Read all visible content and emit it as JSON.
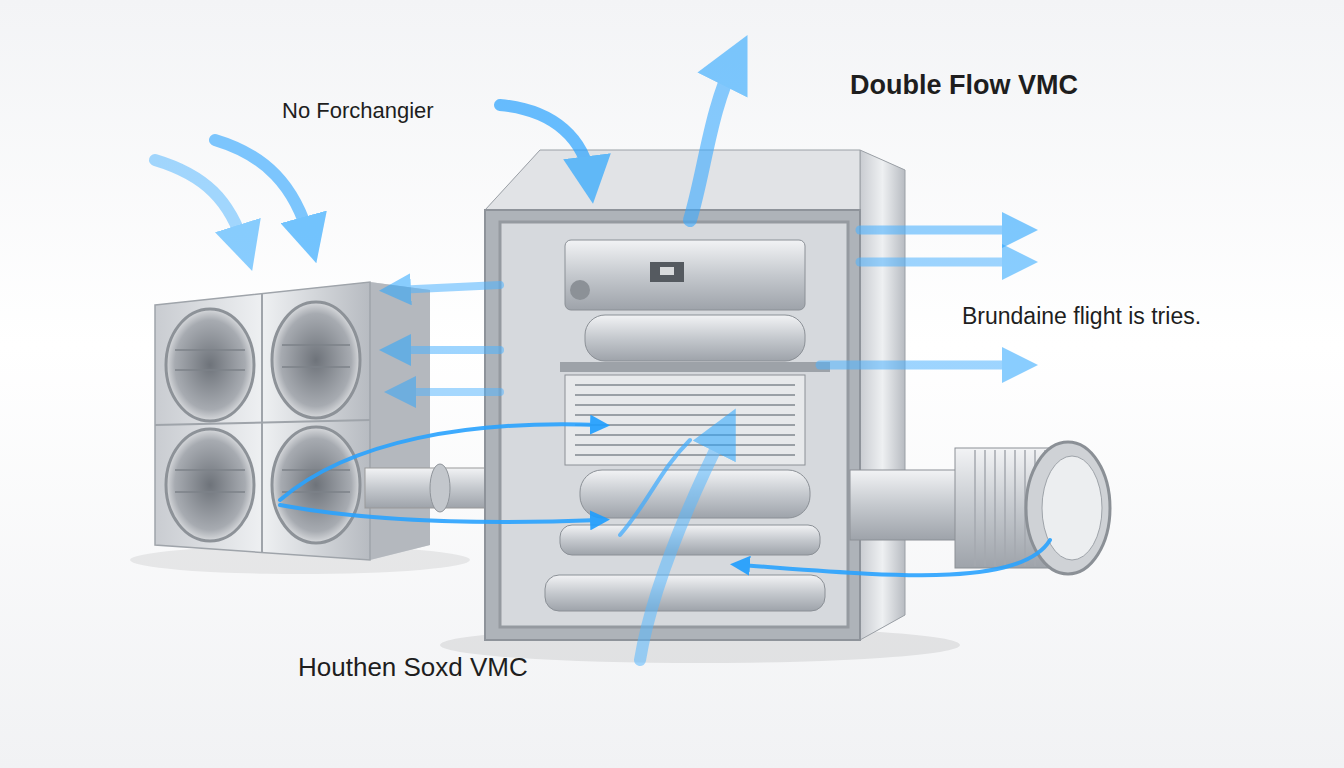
{
  "diagram": {
    "title": "Double Flow VMC",
    "labels": [
      "No Forchangier",
      "Brundaine flight is tries.",
      "Houthen Soxd VMC"
    ]
  }
}
